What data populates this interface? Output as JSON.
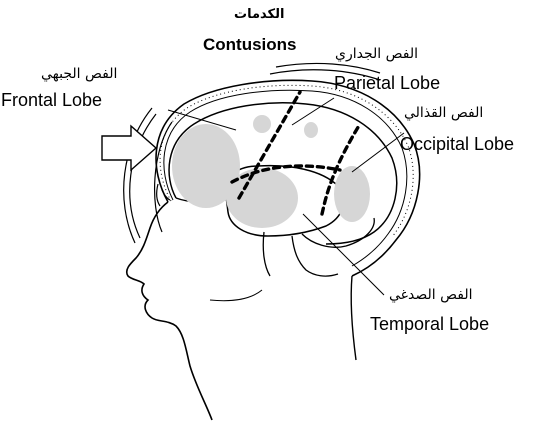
{
  "title": {
    "arabic": "الكدمات",
    "english": "Contusions"
  },
  "lobes": {
    "frontal": {
      "arabic": "الفص الجبهي",
      "english": "Frontal Lobe"
    },
    "parietal": {
      "arabic": "الفص الجداري",
      "english": "Parietal Lobe"
    },
    "occipital": {
      "arabic": "الفص القذالي",
      "english": "Occipital Lobe"
    },
    "temporal": {
      "arabic": "الفص الصدغي",
      "english": "Temporal Lobe"
    }
  },
  "colors": {
    "line": "#000000",
    "contusion": "#d6d6d6",
    "background": "#ffffff"
  }
}
